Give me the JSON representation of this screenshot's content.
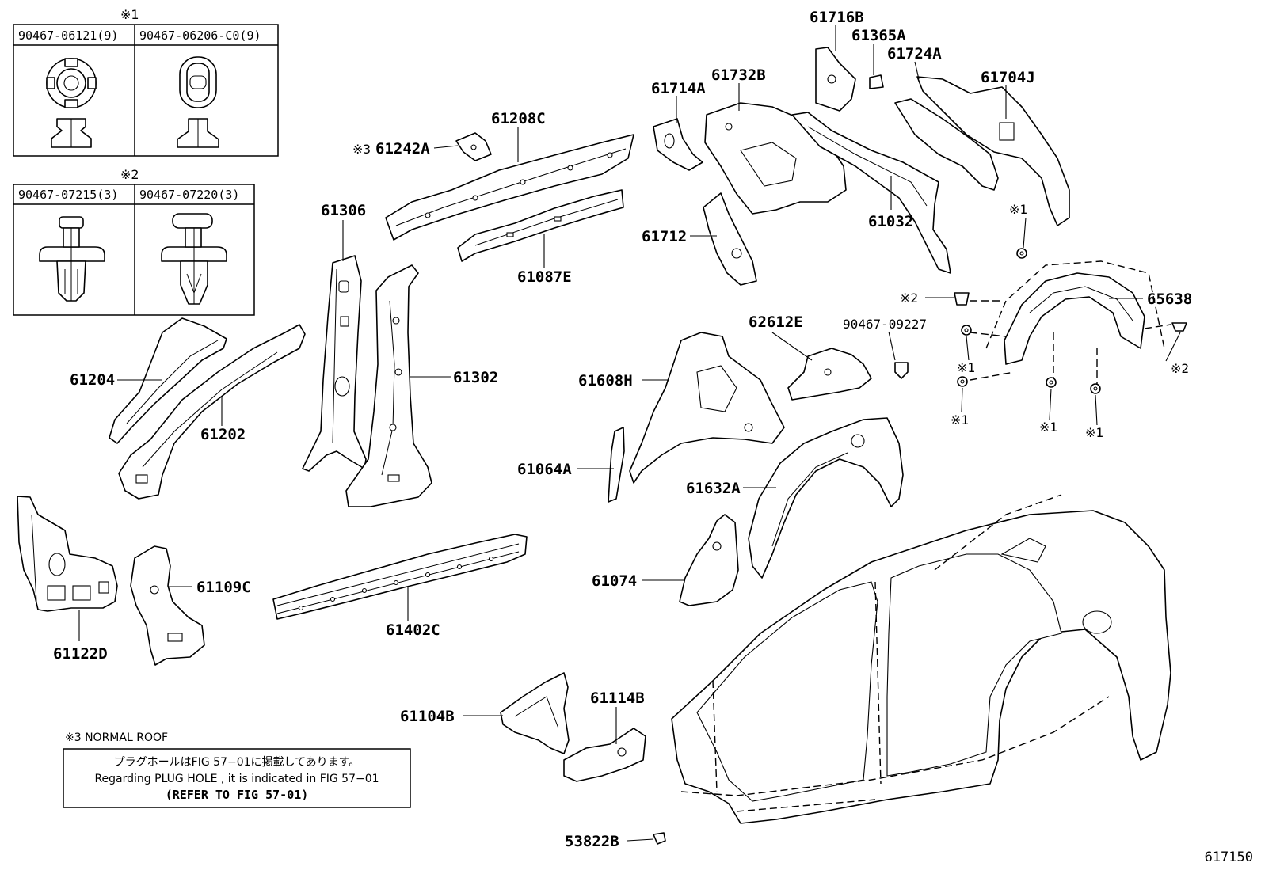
{
  "figure_number": "617150",
  "fastener_tables": [
    {
      "ref_mark": "※1",
      "columns": [
        {
          "part_no": "90467-06121(9)",
          "icon": "clip-nut-icon"
        },
        {
          "part_no": "90467-06206-C0(9)",
          "icon": "clip-nut-icon"
        }
      ]
    },
    {
      "ref_mark": "※2",
      "columns": [
        {
          "part_no": "90467-07215(3)",
          "icon": "push-clip-icon"
        },
        {
          "part_no": "90467-07220(3)",
          "icon": "push-clip-icon"
        }
      ]
    }
  ],
  "part_labels": {
    "p61242A_mark": "※3",
    "p61242A": "61242A",
    "p61208C": "61208C",
    "p61087E": "61087E",
    "p61306": "61306",
    "p61302": "61302",
    "p61204": "61204",
    "p61202": "61202",
    "p61122D": "61122D",
    "p61109C": "61109C",
    "p61402C": "61402C",
    "p61714A": "61714A",
    "p61732B": "61732B",
    "p61716B": "61716B",
    "p61365A": "61365A",
    "p61724A": "61724A",
    "p61704J": "61704J",
    "p61712": "61712",
    "p61032": "61032",
    "p65638": "65638",
    "p62612E": "62612E",
    "p90467_09227": "90467-09227",
    "p61608H": "61608H",
    "p61064A": "61064A",
    "p61632A": "61632A",
    "p61074": "61074",
    "p61104B": "61104B",
    "p61114B": "61114B",
    "p53822B": "53822B"
  },
  "fastener_marks": {
    "m1_top": "※1",
    "m2_left": "※2",
    "m1_a": "※1",
    "m1_b": "※1",
    "m1_c": "※1",
    "m1_d": "※1",
    "m2_right": "※2"
  },
  "notes": {
    "normal_roof": "※3 NORMAL ROOF",
    "plug_hole_jp": "プラグホールはFIG 57−01に掲載してあります。",
    "plug_hole_en": "Regarding PLUG HOLE , it is indicated in FIG 57−01",
    "plug_hole_ref": "(REFER TO FIG 57-01)"
  }
}
